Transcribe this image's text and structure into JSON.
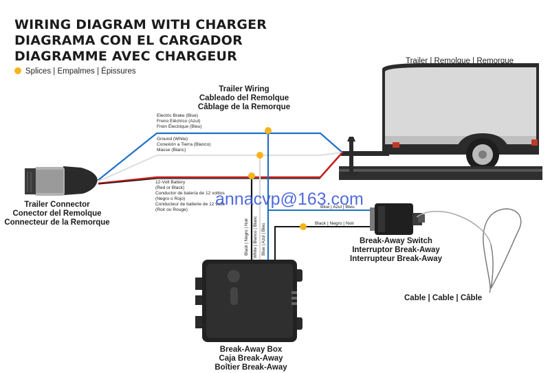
{
  "titles": {
    "line1": "WIRING DIAGRAM WITH CHARGER",
    "line2": "DIAGRAMA CON EL CARGADOR",
    "line3": "DIAGRAMME AVEC CHARGEUR"
  },
  "legend": {
    "splice_label": "Splices | Empalmes | Épissures",
    "splice_color": "#f5b41b"
  },
  "trailer_wiring": {
    "line1": "Trailer Wiring",
    "line2": "Cableado del Remolque",
    "line3": "Câblage de la Remorque"
  },
  "trailer": {
    "label": "Trailer | Remolque | Remorque"
  },
  "wires": {
    "brake": {
      "line1": "Electric Brake (Blue)",
      "line2": "Freno Eléctrico (Azul)",
      "line3": "Frein Électrique (Bleu)",
      "color": "#1f6fc4"
    },
    "ground": {
      "line1": "Ground (White)",
      "line2": "Conexión a Tierra (Blanco)",
      "line3": "Masse (Blanc)",
      "color": "#e2e2e2"
    },
    "battery": {
      "line1": "12-Volt Battery",
      "line2": "(Red or Black)",
      "line3": "Conductor de batería de 12 voltios",
      "line4": "(Negro o Rojo)",
      "line5": "Conducteur de batterie de 12 volts",
      "line6": "(Roir ou Rouge)",
      "color": "#c41d1d"
    }
  },
  "vertical_labels": {
    "black": "Black | Negro | Noir",
    "white": "White | Blanco | Blanc",
    "blue": "Blue | Azul | Bleu"
  },
  "switch_wires": {
    "blue": "Blue | Azul | Bleu",
    "black": "Black | Negro | Noir"
  },
  "connector": {
    "line1": "Trailer Connector",
    "line2": "Conector del Remolque",
    "line3": "Connecteur de la Remorque"
  },
  "switch": {
    "line1": "Break-Away Switch",
    "line2": "Interruptor Break-Away",
    "line3": "Interrupteur Break-Away"
  },
  "box": {
    "line1": "Break-Away Box",
    "line2": "Caja Break-Away",
    "line3": "Boîtier Break-Away"
  },
  "cable": {
    "label": "Cable | Cable | Câble"
  },
  "watermark": "annacvp@163.com"
}
